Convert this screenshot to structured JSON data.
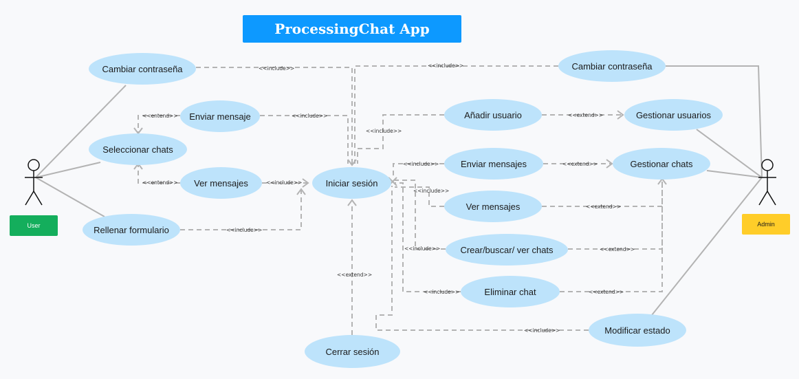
{
  "title": "ProcessingChat App",
  "actors": {
    "user": "User",
    "admin": "Admin"
  },
  "colors": {
    "title_bg": "#0d99ff",
    "use_case_bg": "#bde3fb",
    "user_tag": "#14ae5c",
    "admin_tag": "#ffcd29",
    "line": "#b3b3b3"
  },
  "use_cases": {
    "cambiar_contrasena_user": "Cambiar contraseña",
    "enviar_mensaje": "Enviar mensaje",
    "seleccionar_chats": "Seleccionar chats",
    "ver_mensajes_user": "Ver mensajes",
    "rellenar_formulario": "Rellenar formulario",
    "iniciar_sesion": "Iniciar sesión",
    "cerrar_sesion": "Cerrar sesión",
    "cambiar_contrasena_admin": "Cambiar contraseña",
    "anadir_usuario": "Añadir usuario",
    "gestionar_usuarios": "Gestionar usuarios",
    "enviar_mensajes": "Enviar mensajes",
    "gestionar_chats": "Gestionar chats",
    "ver_mensajes_admin": "Ver mensajes",
    "crear_buscar_ver_chats": "Crear/buscar/ ver chats",
    "eliminar_chat": "Eliminar chat",
    "modificar_estado": "Modificar estado"
  },
  "relations": {
    "include": "<<include>>",
    "extend": "<<extend>>",
    "entend": "<<entend>>"
  }
}
